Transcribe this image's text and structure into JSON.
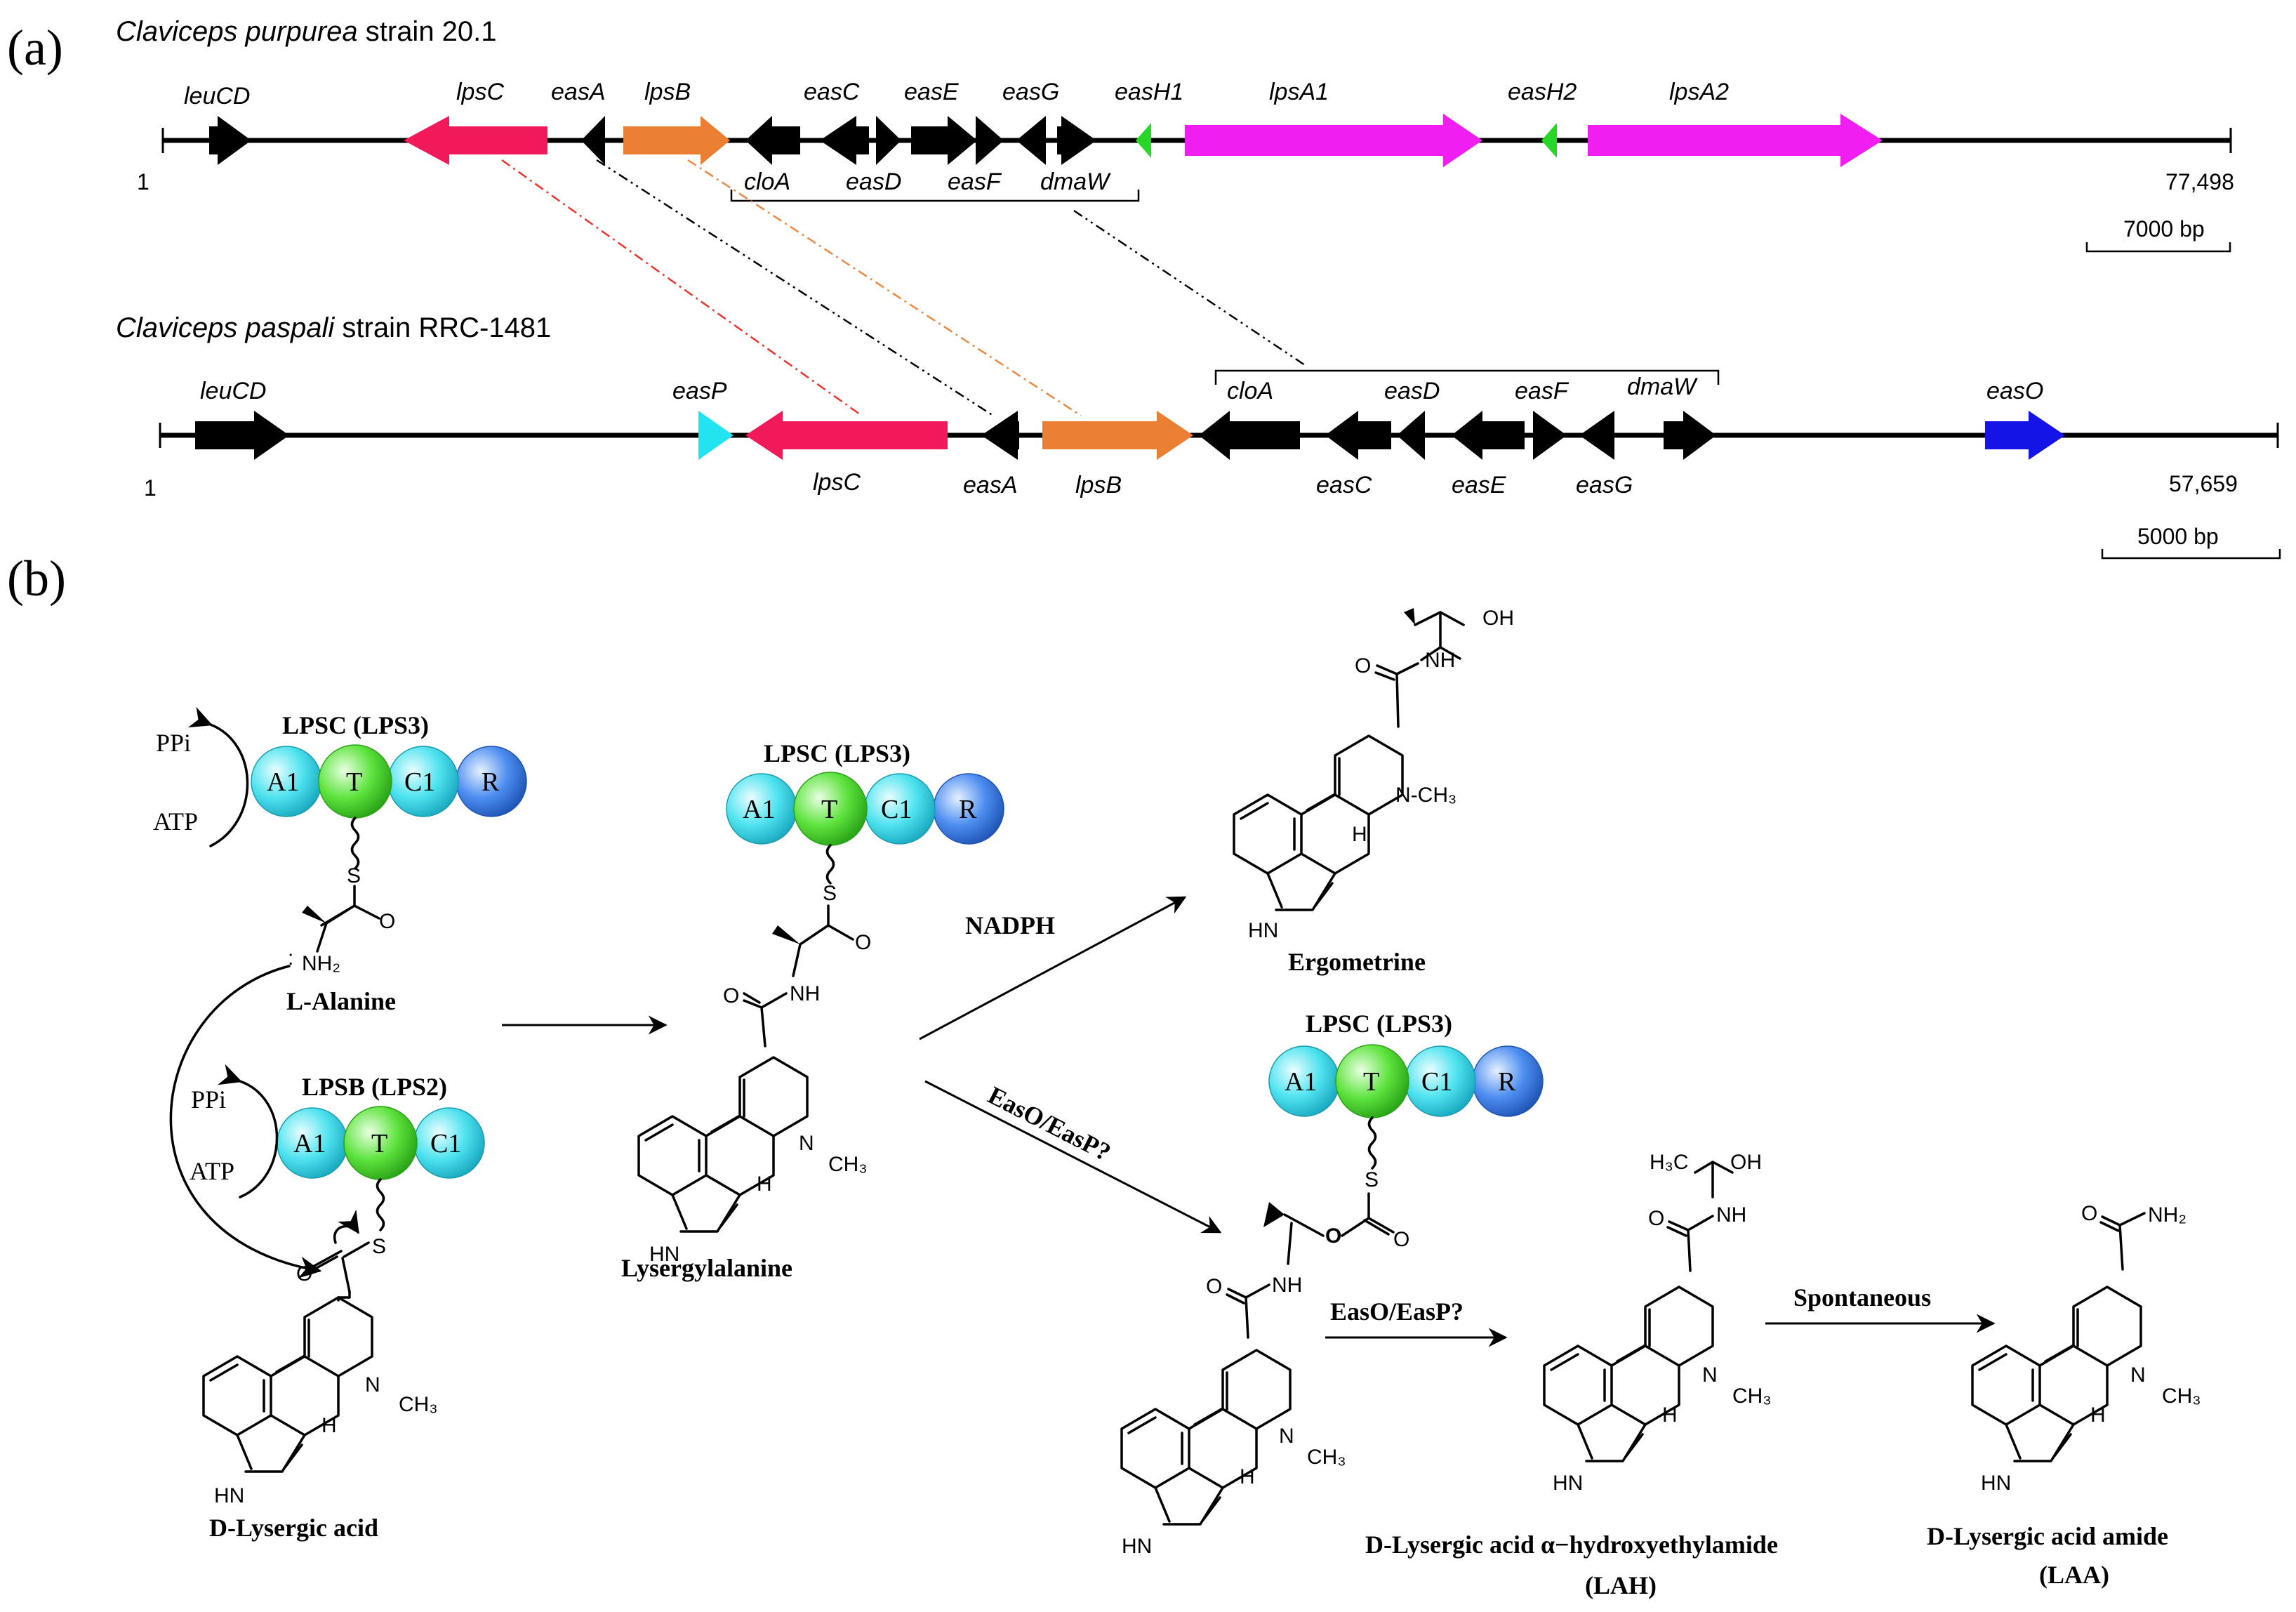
{
  "panel_a": {
    "label": "(a)",
    "organism1": {
      "species": "Claviceps purpurea",
      "strain": " strain 20.1",
      "start": "1",
      "end": "77,498",
      "scale": "7000 bp"
    },
    "organism2": {
      "species": "Claviceps paspali",
      "strain": " strain RRC-1481",
      "start": "1",
      "end": "57,659",
      "scale": "5000 bp"
    },
    "genes1": [
      "leuCD",
      "lpsC",
      "easA",
      "lpsB",
      "easC",
      "easE",
      "easG",
      "easH1",
      "lpsA1",
      "easH2",
      "lpsA2",
      "cloA",
      "easD",
      "easF",
      "dmaW"
    ],
    "genes2": [
      "leuCD",
      "easP",
      "cloA",
      "easD",
      "easF",
      "dmaW",
      "easO",
      "lpsC",
      "easA",
      "lpsB",
      "easC",
      "easE",
      "easG"
    ]
  },
  "panel_b": {
    "label": "(b)",
    "enzymes": {
      "lpsc": "LPSC (LPS3)",
      "lpsb": "LPSB (LPS2)"
    },
    "domains": [
      "A1",
      "T",
      "C1",
      "R"
    ],
    "cofactors": {
      "ppi": "PPi",
      "atp": "ATP"
    },
    "compounds": {
      "l_alanine": "L-Alanine",
      "d_lysergic_acid": "D-Lysergic acid",
      "lysergylalanine": "Lysergylalanine",
      "ergometrine": "Ergometrine",
      "lah_name": "D-Lysergic acid α−hydroxyethylamide",
      "lah_abbr": "(LAH)",
      "laa_name": "D-Lysergic acid amide",
      "laa_abbr": "(LAA)"
    },
    "reactions": {
      "nadph": "NADPH",
      "easo1": "EasO/EasP?",
      "easo2": "EasO/EasP?",
      "spont": "Spontaneous"
    },
    "atoms": {
      "nh2": "NH₂",
      "nh2b": "NH₂",
      "nh": "NH",
      "hn": "HN",
      "ch3": "CH₃",
      "o": "O",
      "s": "S",
      "oh": "OH",
      "h": "H",
      "n": "N",
      "h3c": "H₃C",
      "nch3": "N-CH₃"
    }
  },
  "colors": {
    "core": "#000000",
    "lpsC": "#f0195a",
    "lpsB": "#ea7f34",
    "lpsA": "#f01ef0",
    "easH": "#27d627",
    "easP": "#22e3f0",
    "easO": "#1414e6",
    "link_red": "#e8352b",
    "link_orange": "#e88a44"
  }
}
